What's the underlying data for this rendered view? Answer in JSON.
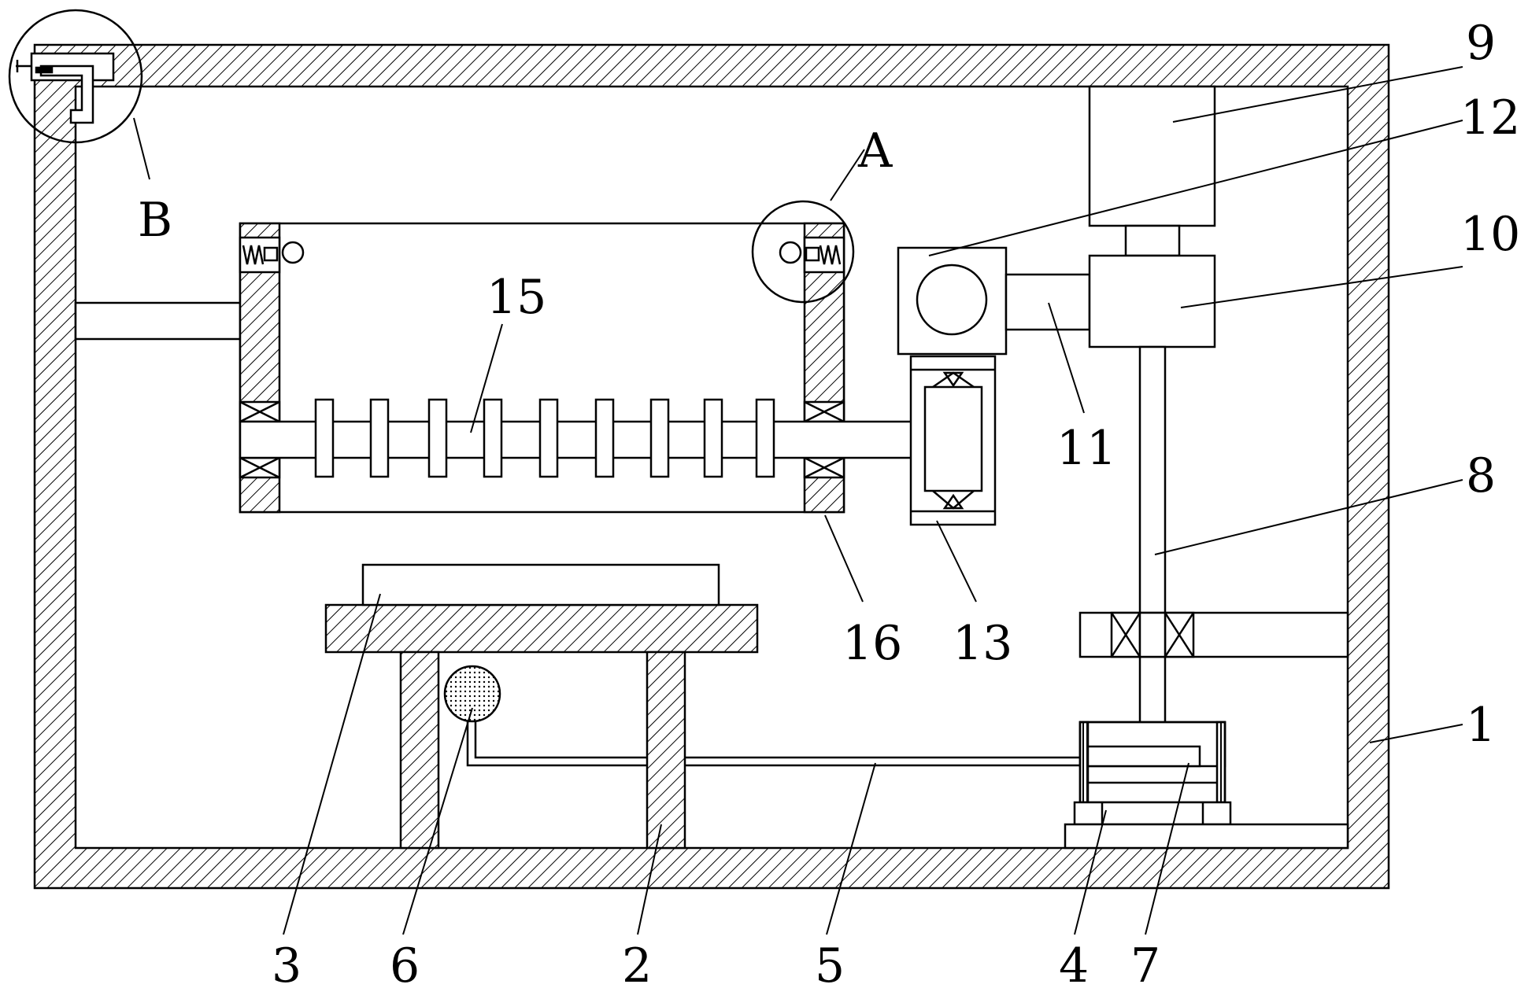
{
  "callouts": [
    {
      "id": "1",
      "text": "1"
    },
    {
      "id": "2",
      "text": "2"
    },
    {
      "id": "3",
      "text": "3"
    },
    {
      "id": "4",
      "text": "4"
    },
    {
      "id": "5",
      "text": "5"
    },
    {
      "id": "6",
      "text": "6"
    },
    {
      "id": "7",
      "text": "7"
    },
    {
      "id": "8",
      "text": "8"
    },
    {
      "id": "9",
      "text": "9"
    },
    {
      "id": "10",
      "text": "10"
    },
    {
      "id": "11",
      "text": "11"
    },
    {
      "id": "12",
      "text": "12"
    },
    {
      "id": "13",
      "text": "13"
    },
    {
      "id": "15",
      "text": "15"
    },
    {
      "id": "16",
      "text": "16"
    },
    {
      "id": "A",
      "text": "A"
    },
    {
      "id": "B",
      "text": "B"
    }
  ]
}
